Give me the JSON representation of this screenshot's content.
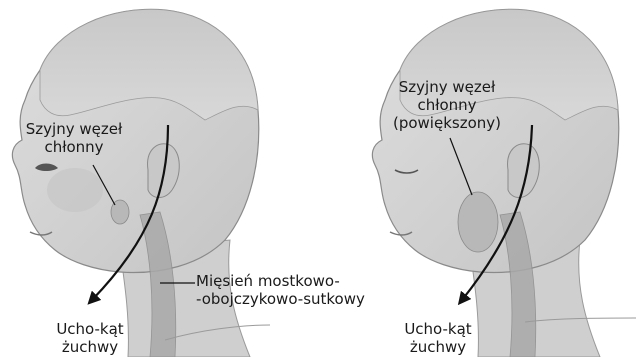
{
  "left_figure": {
    "node_label": [
      "Szyjny węzeł",
      "chłonny"
    ],
    "muscle_label": [
      "Mięsień mostkowo-",
      "-obojczykowo-sutkowy"
    ],
    "arrow_label": [
      "Ucho-kąt",
      "żuchwy"
    ]
  },
  "right_figure": {
    "node_label": [
      "Szyjny węzeł",
      "chłonny",
      "(powiększony)"
    ],
    "arrow_label": [
      "Ucho-kąt",
      "żuchwy"
    ]
  },
  "colors": {
    "skin": "#d6d6d6",
    "skin_shadow": "#bdbdbd",
    "hair": "#c9c9c9",
    "outline": "#8a8a8a",
    "arrow": "#111111",
    "muscle": "#a9a9a9",
    "node": "#b8b8b8"
  }
}
